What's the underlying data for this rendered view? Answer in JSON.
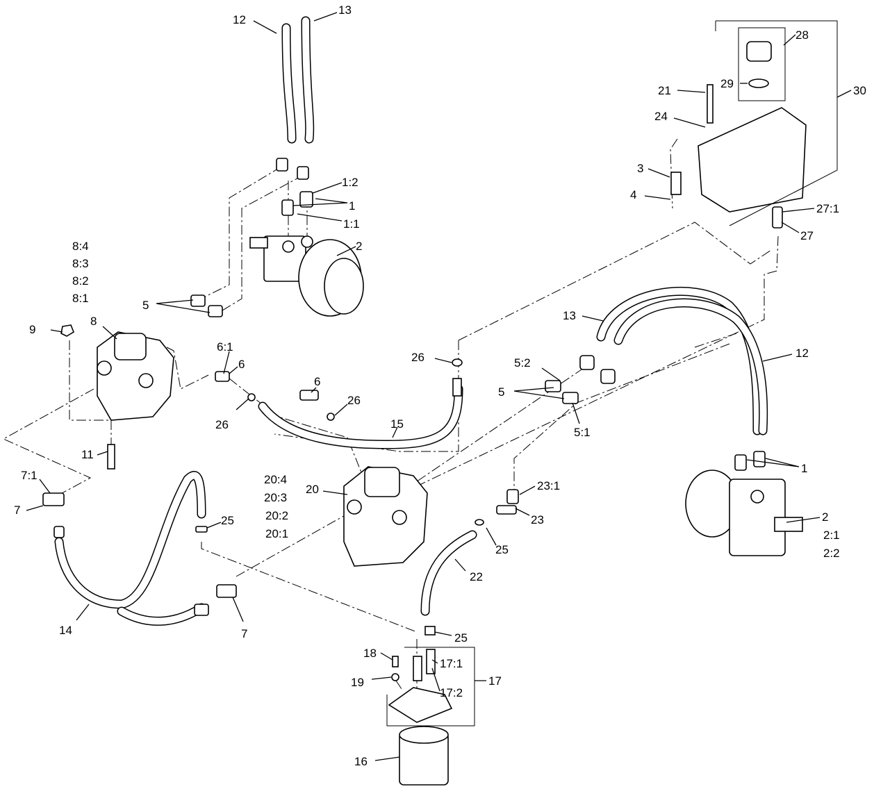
{
  "labels": {
    "l12a": "12",
    "l13a": "13",
    "l1_2": "1:2",
    "l1a": "1",
    "l1_1": "1:1",
    "l2a": "2",
    "l8_4": "8:4",
    "l8_3": "8:3",
    "l8_2": "8:2",
    "l8_1": "8:1",
    "l5a": "5",
    "l9": "9",
    "l8": "8",
    "l6_1": "6:1",
    "l6a": "6",
    "l26a": "26",
    "l6b": "6",
    "l26b": "26",
    "l15": "15",
    "l26c": "26",
    "l11": "11",
    "l7_1": "7:1",
    "l7a": "7",
    "l25a": "25",
    "l14": "14",
    "l7b": "7",
    "l20_4": "20:4",
    "l20_3": "20:3",
    "l20_2": "20:2",
    "l20_1": "20:1",
    "l20": "20",
    "l28": "28",
    "l21": "21",
    "l29": "29",
    "l30": "30",
    "l24": "24",
    "l3": "3",
    "l4": "4",
    "l27_1": "27:1",
    "l27": "27",
    "l13b": "13",
    "l12b": "12",
    "l5_2": "5:2",
    "l5b": "5",
    "l5_1": "5:1",
    "l1b": "1",
    "l2b": "2",
    "l2_1": "2:1",
    "l2_2": "2:2",
    "l23_1": "23:1",
    "l23": "23",
    "l25b": "25",
    "l22": "22",
    "l25c": "25",
    "l18": "18",
    "l17_1": "17:1",
    "l19": "19",
    "l17": "17",
    "l17_2": "17:2",
    "l16": "16"
  }
}
